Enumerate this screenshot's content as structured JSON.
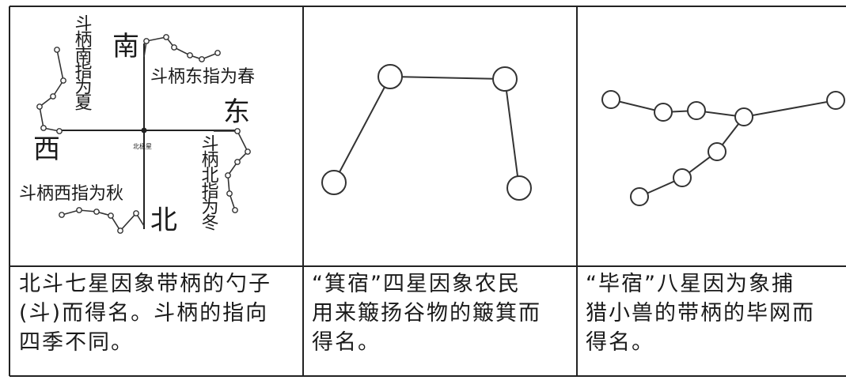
{
  "panel1": {
    "dir_south": "南",
    "dir_east": "东",
    "dir_west": "西",
    "dir_north": "北",
    "center_label": "北极星",
    "summer_label": "斗柄南指为夏",
    "spring_label": "斗柄东指为春",
    "autumn_label": "斗柄西指为秋",
    "winter_label": "斗柄北指为冬",
    "caption_lines": [
      "北斗七星因象带柄的勺子",
      "(斗)而得名。斗柄的指向",
      "四季不同。"
    ]
  },
  "panel2": {
    "caption_lines": [
      "“箕宿”四星因象农民",
      "用来簸扬谷物的簸箕而",
      "得名。"
    ]
  },
  "panel3": {
    "caption_lines": [
      "“毕宿”八星因为象捕",
      "猎小兽的带柄的毕网而",
      "得名。"
    ]
  }
}
